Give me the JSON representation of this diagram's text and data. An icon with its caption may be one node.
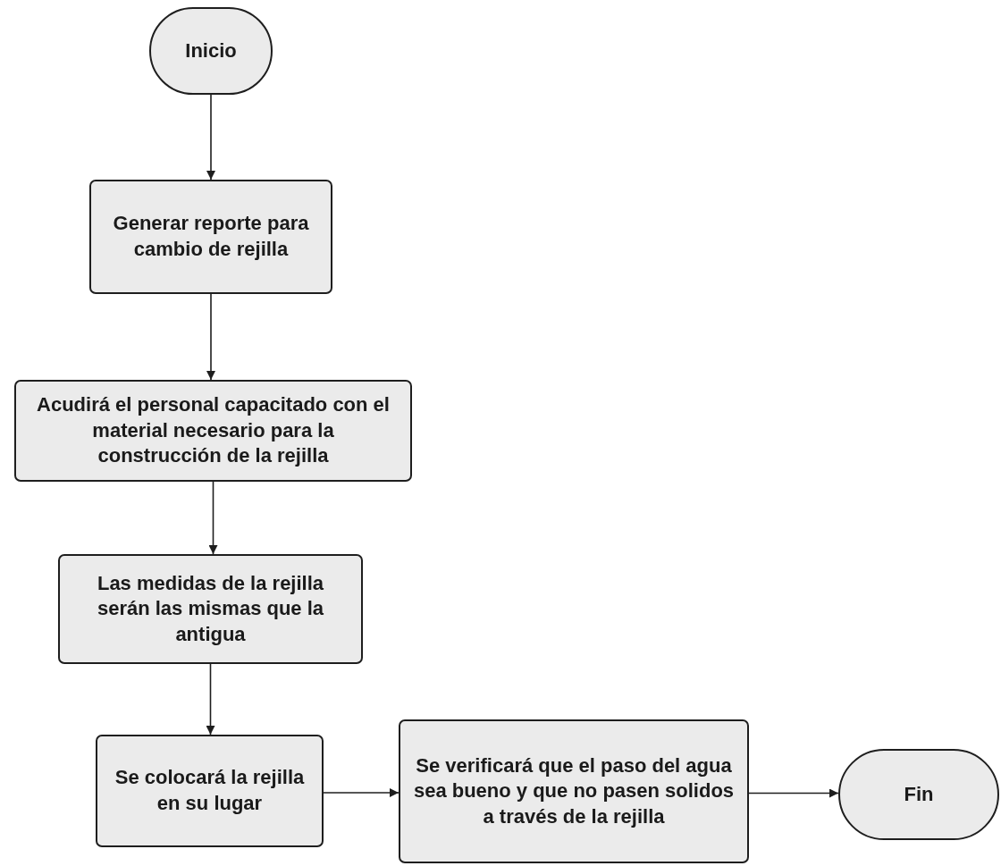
{
  "diagram": {
    "nodes": [
      {
        "text": [
          "Inicio"
        ]
      },
      {
        "text": [
          "Generar reporte para cambio de rejilla"
        ]
      },
      {
        "text": [
          "Acudirá el personal capacitado con el material necesario para la construcción de la rejilla"
        ]
      },
      {
        "text": [
          "Las medidas de la rejilla serán las mismas que la antigua"
        ]
      },
      {
        "text": [
          "Se colocará la rejilla en su lugar"
        ]
      },
      {
        "text": [
          "Se verificará que el paso del agua sea bueno y que no pasen solidos a través de la rejilla"
        ]
      },
      {
        "text": [
          "Fin"
        ]
      }
    ],
    "edges": [
      {
        "from": 0,
        "to": 1,
        "arrow": "to"
      },
      {
        "from": 1,
        "to": 2,
        "arrow": "to"
      },
      {
        "from": 2,
        "to": 3,
        "arrow": "to"
      },
      {
        "from": 3,
        "to": 4,
        "arrow": "to"
      },
      {
        "from": 4,
        "to": 5,
        "arrow": "to"
      },
      {
        "from": 5,
        "to": 6,
        "arrow": "to"
      }
    ]
  }
}
